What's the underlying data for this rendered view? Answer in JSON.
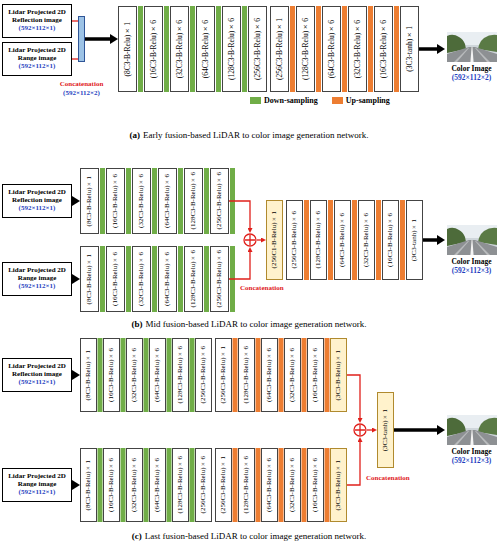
{
  "diagram": {
    "nodes": [
      {
        "text": [
          "Lidar Projected 2D Reflection image",
          "(592×112×1)"
        ]
      },
      {
        "text": [
          "Lidar Projected 2D Range image",
          "(592×112×1)"
        ]
      },
      {
        "text": [
          "Concatenation",
          "(592×112×2)"
        ]
      },
      {
        "text": [
          "(8C3-B-Relu)×1"
        ]
      },
      {
        "text": [
          "(16C3-B-Relu)×6"
        ]
      },
      {
        "text": [
          "(32C3-B-Relu)×6"
        ]
      },
      {
        "text": [
          "(64C3-B-Relu)×6"
        ]
      },
      {
        "text": [
          "(128C3-B-Relu)×6"
        ]
      },
      {
        "text": [
          "(256C3-B-Relu)×6"
        ]
      },
      {
        "text": [
          "(256C3-B-Relu)×1"
        ]
      },
      {
        "text": [
          "(128C3-B-Relu)×6"
        ]
      },
      {
        "text": [
          "(64C3-B-Relu)×6"
        ]
      },
      {
        "text": [
          "(32C3-B-Relu)×6"
        ]
      },
      {
        "text": [
          "(16C3-B-Relu)×6"
        ]
      },
      {
        "text": [
          "(3C3-tanh)×1"
        ]
      },
      {
        "text": [
          "Color Image",
          "(592×112×2)"
        ]
      },
      {
        "text": [
          "Lidar Projected 2D Reflection image",
          "(592×112×1)"
        ]
      },
      {
        "text": [
          "(8C3-B-Relu)×1"
        ]
      },
      {
        "text": [
          "(16C3-B-Relu)×6"
        ]
      },
      {
        "text": [
          "(32C3-B-Relu)×6"
        ]
      },
      {
        "text": [
          "(64C3-B-Relu)×6"
        ]
      },
      {
        "text": [
          "(128C3-B-Relu)×6"
        ]
      },
      {
        "text": [
          "(256C3-B-Relu)×6"
        ]
      },
      {
        "text": [
          "Lidar Projected 2D Range image",
          "(592×112×1)"
        ]
      },
      {
        "text": [
          "(8C3-B-Relu)×1"
        ]
      },
      {
        "text": [
          "(16C3-B-Relu)×6"
        ]
      },
      {
        "text": [
          "(32C3-B-Relu)×6"
        ]
      },
      {
        "text": [
          "(64C3-B-Relu)×6"
        ]
      },
      {
        "text": [
          "(128C3-B-Relu)×6"
        ]
      },
      {
        "text": [
          "(256C3-B-Relu)×6"
        ]
      },
      {
        "text": [
          "Concatenation"
        ]
      },
      {
        "text": [
          "(256C1-B-Relu)×1"
        ]
      },
      {
        "text": [
          "(256C3-B-Relu)×6"
        ]
      },
      {
        "text": [
          "(128C3-B-Relu)×6"
        ]
      },
      {
        "text": [
          "(64C3-B-Relu)×6"
        ]
      },
      {
        "text": [
          "(32C3-B-Relu)×6"
        ]
      },
      {
        "text": [
          "(16C3-B-Relu)×6"
        ]
      },
      {
        "text": [
          "(3C3-tanh)×1"
        ]
      },
      {
        "text": [
          "Color Image",
          "(592×112×3)"
        ]
      },
      {
        "text": [
          "Lidar Projected 2D Reflection image",
          "(592×112×1)"
        ]
      },
      {
        "text": [
          "(8C3-B-Relu)×1"
        ]
      },
      {
        "text": [
          "(16C3-B-Relu)×6"
        ]
      },
      {
        "text": [
          "(32C3-B-Relu)×6"
        ]
      },
      {
        "text": [
          "(64C3-B-Relu)×6"
        ]
      },
      {
        "text": [
          "(128C3-B-Relu)×6"
        ]
      },
      {
        "text": [
          "(256C3-B-Relu)×6"
        ]
      },
      {
        "text": [
          "(256C3-B-Relu)×1"
        ]
      },
      {
        "text": [
          "(128C3-B-Relu)×6"
        ]
      },
      {
        "text": [
          "(64C3-B-Relu)×6"
        ]
      },
      {
        "text": [
          "(32C3-B-Relu)×6"
        ]
      },
      {
        "text": [
          "(16C3-B-Relu)×6"
        ]
      },
      {
        "text": [
          "(3C3-B-Relu)×1"
        ]
      },
      {
        "text": [
          "Lidar Projected 2D Range image",
          "(592×112×1)"
        ]
      },
      {
        "text": [
          "(8C3-B-Relu)×1"
        ]
      },
      {
        "text": [
          "(16C3-B-Relu)×6"
        ]
      },
      {
        "text": [
          "(32C3-B-Relu)×6"
        ]
      },
      {
        "text": [
          "(64C3-B-Relu)×6"
        ]
      },
      {
        "text": [
          "(128C3-B-Relu)×6"
        ]
      },
      {
        "text": [
          "(256C3-B-Relu)×6"
        ]
      },
      {
        "text": [
          "(256C3-B-Relu)×1"
        ]
      },
      {
        "text": [
          "(128C3-B-Relu)×6"
        ]
      },
      {
        "text": [
          "(64C3-B-Relu)×6"
        ]
      },
      {
        "text": [
          "(32C3-B-Relu)×6"
        ]
      },
      {
        "text": [
          "(16C3-B-Relu)×6"
        ]
      },
      {
        "text": [
          "(3C3-B-Relu)×1"
        ]
      },
      {
        "text": [
          "Concatenation"
        ]
      },
      {
        "text": [
          "(3C3-tanh)×1"
        ]
      },
      {
        "text": [
          "Color Image",
          "(592×112×3)"
        ]
      }
    ],
    "edges": [
      {
        "from": 0,
        "to": 2,
        "arrow": "none"
      },
      {
        "from": 1,
        "to": 2,
        "arrow": "none"
      },
      {
        "from": 2,
        "to": 3,
        "arrow": "to"
      },
      {
        "from": 14,
        "to": 15,
        "arrow": "to"
      },
      {
        "from": 16,
        "to": 17,
        "arrow": "to"
      },
      {
        "from": 23,
        "to": 24,
        "arrow": "to"
      },
      {
        "from": 22,
        "to": 30,
        "arrow": "to"
      },
      {
        "from": 29,
        "to": 30,
        "arrow": "to"
      },
      {
        "from": 30,
        "to": 31,
        "arrow": "to"
      },
      {
        "from": 37,
        "to": 38,
        "arrow": "to"
      },
      {
        "from": 39,
        "to": 40,
        "arrow": "to"
      },
      {
        "from": 52,
        "to": 53,
        "arrow": "to"
      },
      {
        "from": 51,
        "to": 65,
        "arrow": "to"
      },
      {
        "from": 64,
        "to": 65,
        "arrow": "to"
      },
      {
        "from": 65,
        "to": 66,
        "arrow": "to"
      },
      {
        "from": 66,
        "to": 67,
        "arrow": "to"
      }
    ],
    "labels": [
      "(a)",
      "Early fusion-based LiDAR to color image generation network.",
      "(b)",
      "Mid fusion-based LiDAR to color image generation network.",
      "(c)",
      "Last fusion-based LiDAR to color image generation network."
    ],
    "legend": [
      {
        "text": "Down-sampling",
        "color": "#70ad47"
      },
      {
        "text": "Up-sampling",
        "color": "#ed7d31"
      }
    ]
  }
}
